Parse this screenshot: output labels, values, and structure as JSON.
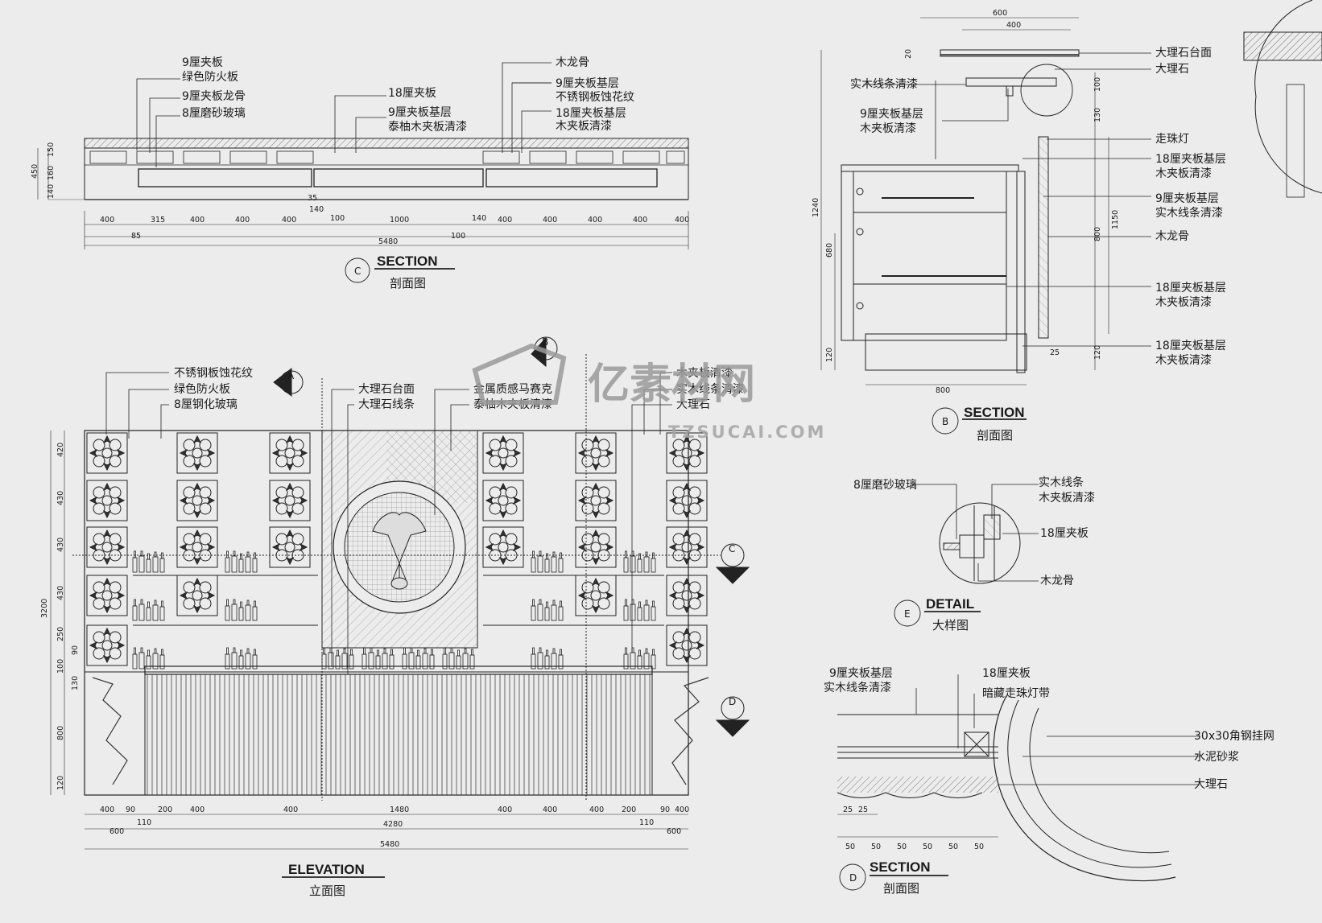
{
  "section_c": {
    "title": "SECTION",
    "subtitle": "剖面图",
    "tag": "C",
    "callouts": [
      "9厘夹板",
      "绿色防火板",
      "9厘夹板龙骨",
      "8厘磨砂玻璃",
      "18厘夹板",
      "9厘夹板基层",
      "泰柚木夹板清漆",
      "木龙骨",
      "9厘夹板基层",
      "不锈钢板蚀花纹",
      "18厘夹板基层",
      "木夹板清漆"
    ],
    "dims_top": [
      "400",
      "315",
      "400",
      "400",
      "400",
      "1000",
      "400",
      "400",
      "400",
      "400",
      "400"
    ],
    "dims_small": [
      "85",
      "140",
      "100",
      "100",
      "140",
      "35"
    ],
    "dims_vertical": [
      "450",
      "150",
      "160",
      "140"
    ],
    "total": "5480"
  },
  "section_b": {
    "title": "SECTION",
    "subtitle": "剖面图",
    "tag": "B",
    "callouts_left": [
      "实木线条清漆",
      "9厘夹板基层",
      "木夹板清漆"
    ],
    "callouts_right": [
      "大理石台面",
      "大理石",
      "走珠灯",
      "18厘夹板基层",
      "木夹板清漆",
      "9厘夹板基层",
      "实木线条清漆",
      "木龙骨",
      "18厘夹板基层",
      "木夹板清漆",
      "18厘夹板基层",
      "木夹板清漆"
    ],
    "dims_top": [
      "600",
      "400"
    ],
    "dims_vertical": [
      "20",
      "1240",
      "680",
      "120",
      "100",
      "130",
      "1150",
      "800",
      "120"
    ],
    "dims_bottom": [
      "800",
      "25"
    ]
  },
  "elevation": {
    "title": "ELEVATION",
    "subtitle": "立面图",
    "callouts_left": [
      "不锈钢板蚀花纹",
      "绿色防火板",
      "8厘钢化玻璃"
    ],
    "callouts_mid": [
      "大理石台面",
      "大理石线条",
      "金属质感马赛克",
      "泰柚木夹板清漆"
    ],
    "callouts_right": [
      "木夹板清漆",
      "实木线条清漆",
      "大理石"
    ],
    "dims_vertical": [
      "420",
      "430",
      "430",
      "430",
      "250",
      "3200",
      "90",
      "100",
      "130",
      "800",
      "120"
    ],
    "dims_row1": [
      "400",
      "90",
      "200",
      "400",
      "400",
      "1480",
      "400",
      "400",
      "400",
      "200",
      "90",
      "400"
    ],
    "dims_row2": [
      "600",
      "110",
      "4280",
      "110",
      "600"
    ],
    "total": "5480",
    "markers": [
      "A",
      "B",
      "C",
      "D"
    ]
  },
  "detail_e": {
    "title": "DETAIL",
    "subtitle": "大样图",
    "tag": "E",
    "callouts": [
      "8厘磨砂玻璃",
      "实木线条",
      "木夹板清漆",
      "18厘夹板",
      "木龙骨"
    ]
  },
  "section_d": {
    "title": "SECTION",
    "subtitle": "剖面图",
    "tag": "D",
    "callouts": [
      "9厘夹板基层",
      "实木线条清漆",
      "18厘夹板",
      "暗藏走珠灯带",
      "30x30角钢挂网",
      "水泥砂浆",
      "大理石"
    ],
    "dims_bottom": [
      "25",
      "25",
      "50",
      "50",
      "50",
      "50",
      "50",
      "50"
    ]
  },
  "watermark": {
    "brand": "亿素材网",
    "url": "TZSUCAI.COM"
  }
}
